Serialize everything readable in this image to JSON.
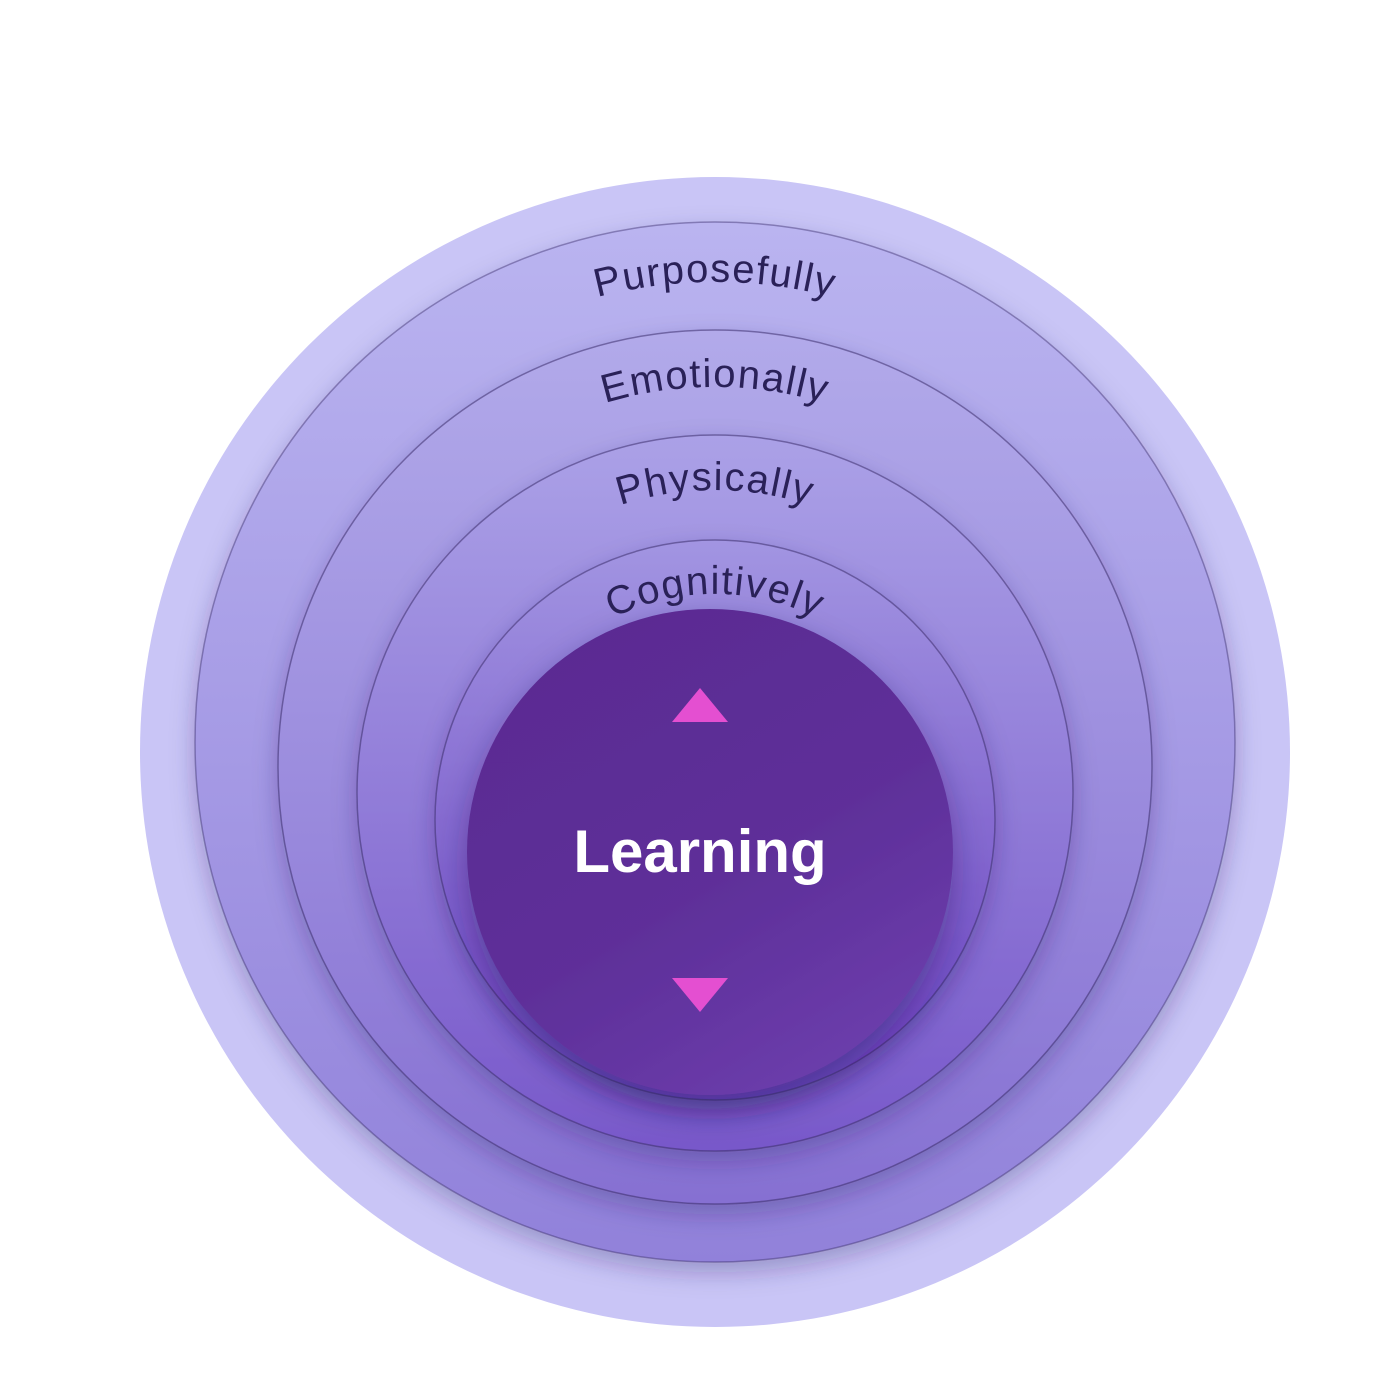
{
  "diagram": {
    "type": "concentric-rings",
    "center": {
      "label": "Learning"
    },
    "rings": [
      {
        "label": "Purposefully"
      },
      {
        "label": "Emotionally"
      },
      {
        "label": "Physically"
      },
      {
        "label": "Cognitively"
      }
    ],
    "icons": [
      {
        "name": "up-triangle-icon"
      },
      {
        "name": "down-triangle-icon"
      }
    ],
    "colors": {
      "halo": "#c9c5f6",
      "ring_purposefully_top": "#bab4f0",
      "ring_purposefully_bottom": "#9181da",
      "ring_emotionally_top": "#b2aaea",
      "ring_emotionally_bottom": "#8670d2",
      "ring_physically_top": "#aba1e7",
      "ring_physically_bottom": "#7858ca",
      "ring_cognitively_top": "#a295e2",
      "ring_cognitively_bottom": "#6a41c0",
      "center_top": "#5a2b92",
      "center_bottom": "#6d3fae",
      "ring_label_text": "#2a2158",
      "center_text": "#ffffff",
      "accent_pink": "#e44fd1",
      "ring_outline": "#3c2e6e"
    }
  }
}
